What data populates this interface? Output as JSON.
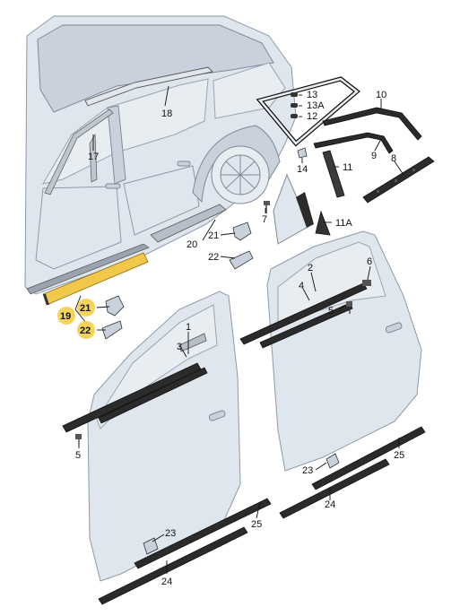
{
  "diagram": {
    "colors": {
      "body": "#dfe6ee",
      "trim": "#2b2b2b",
      "highlight": "#f2c84b"
    },
    "labels": {
      "p1": "1",
      "p2": "2",
      "p3": "3",
      "p4": "4",
      "p5a": "5",
      "p5b": "5",
      "p6": "6",
      "p7": "7",
      "p8": "8",
      "p9": "9",
      "p10": "10",
      "p11": "11",
      "p11a": "11A",
      "p12": "12",
      "p13": "13",
      "p13a": "13A",
      "p14": "14",
      "p17": "17",
      "p18": "18",
      "p19": "19",
      "p20": "20",
      "p21a": "21",
      "p21b": "21",
      "p22a": "22",
      "p22b": "22",
      "p23a": "23",
      "p23b": "23",
      "p24a": "24",
      "p24b": "24",
      "p25a": "25",
      "p25b": "25"
    }
  }
}
